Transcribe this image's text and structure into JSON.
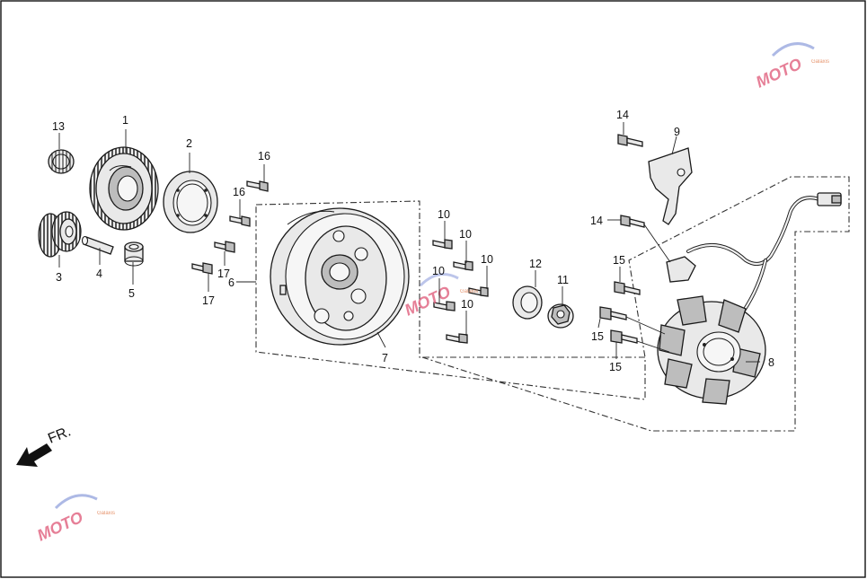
{
  "diagram": {
    "orientation_label": "FR.",
    "watermark_text": "MOTO",
    "watermark_subtext": "Galaxis",
    "callouts": [
      {
        "id": "c1",
        "text": "1"
      },
      {
        "id": "c2",
        "text": "2"
      },
      {
        "id": "c3",
        "text": "3"
      },
      {
        "id": "c4",
        "text": "4"
      },
      {
        "id": "c5",
        "text": "5"
      },
      {
        "id": "c6",
        "text": "6"
      },
      {
        "id": "c7",
        "text": "7"
      },
      {
        "id": "c8",
        "text": "8"
      },
      {
        "id": "c9",
        "text": "9"
      },
      {
        "id": "c10a",
        "text": "10"
      },
      {
        "id": "c10b",
        "text": "10"
      },
      {
        "id": "c10c",
        "text": "10"
      },
      {
        "id": "c10d",
        "text": "10"
      },
      {
        "id": "c10e",
        "text": "10"
      },
      {
        "id": "c11",
        "text": "11"
      },
      {
        "id": "c12",
        "text": "12"
      },
      {
        "id": "c13",
        "text": "13"
      },
      {
        "id": "c14a",
        "text": "14"
      },
      {
        "id": "c14b",
        "text": "14"
      },
      {
        "id": "c15a",
        "text": "15"
      },
      {
        "id": "c15b",
        "text": "15"
      },
      {
        "id": "c15c",
        "text": "15"
      },
      {
        "id": "c16a",
        "text": "16"
      },
      {
        "id": "c16b",
        "text": "16"
      },
      {
        "id": "c17a",
        "text": "17"
      },
      {
        "id": "c17b",
        "text": "17"
      }
    ]
  }
}
